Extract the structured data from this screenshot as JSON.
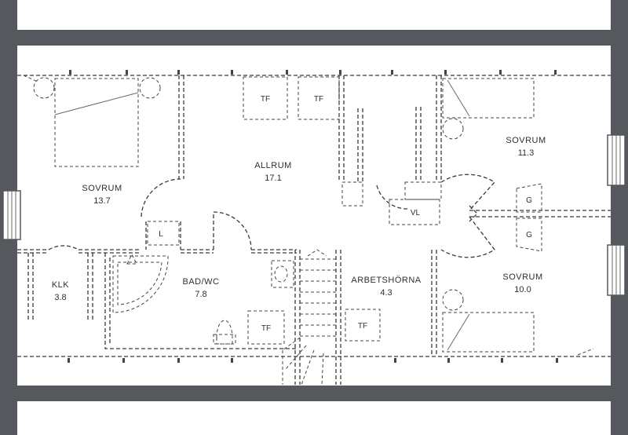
{
  "rooms": {
    "sovrum_1": {
      "name": "SOVRUM",
      "area": "13.7"
    },
    "allrum": {
      "name": "ALLRUM",
      "area": "17.1"
    },
    "sovrum_2": {
      "name": "SOVRUM",
      "area": "11.3"
    },
    "klk": {
      "name": "KLK",
      "area": "3.8"
    },
    "bad_wc": {
      "name": "BAD/WC",
      "area": "7.8"
    },
    "arbetshorna": {
      "name": "ARBETSHÖRNA",
      "area": "4.3"
    },
    "sovrum_3": {
      "name": "SOVRUM",
      "area": "10.0"
    }
  },
  "fixtures": {
    "tf_allrum_1": "TF",
    "tf_allrum_2": "TF",
    "tf_bad": "TF",
    "tf_arbetshorna": "TF",
    "linen": "L",
    "vl": "VL",
    "g_upper": "G",
    "g_lower": "G"
  },
  "colors": {
    "wall": "#55585c",
    "line": "#3a3a3a",
    "background": "#ffffff"
  }
}
